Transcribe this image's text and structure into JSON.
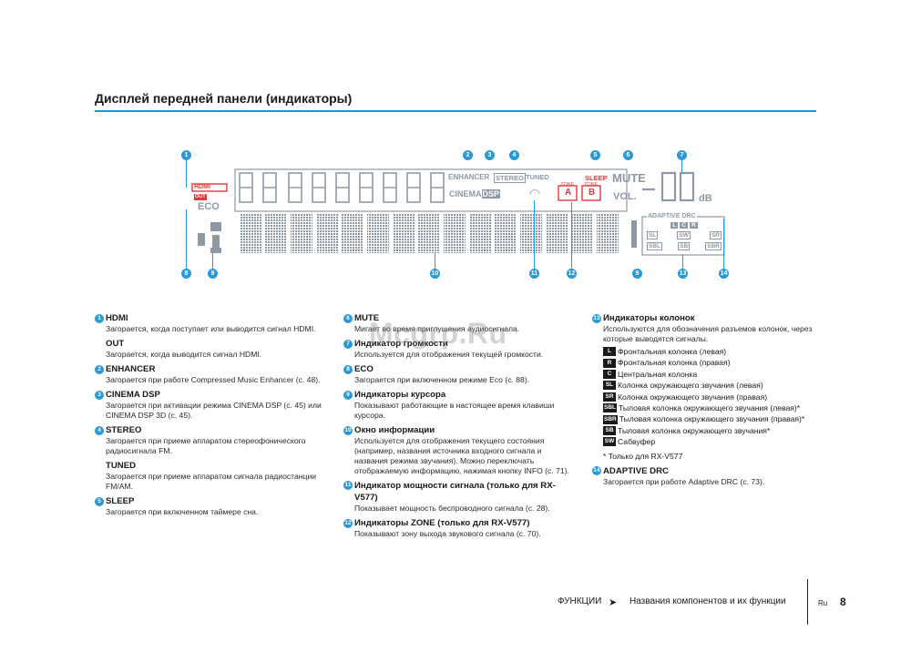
{
  "title": "Дисплей передней панели (индикаторы)",
  "display": {
    "callouts_top": [
      "1",
      "2",
      "3",
      "4",
      "5",
      "6",
      "7"
    ],
    "callouts_bottom": [
      "8",
      "9",
      "10",
      "11",
      "12",
      "9",
      "13",
      "14"
    ],
    "hdmi": "HDMI",
    "out": "OUT",
    "eco": "ECO",
    "enhancer": "ENHANCER",
    "stereo": "STEREO",
    "tuned": "TUNED",
    "sleep": "SLEEP",
    "mute": "MUTE",
    "vol": "VOL.",
    "db": "dB",
    "cinema": "CINEMA",
    "dsp": "DSP",
    "zone_a_top": "ZONE",
    "zone_a": "A",
    "zone_b_top": "ZONE",
    "zone_b": "B",
    "adaptive_drc": "ADAPTIVE DRC",
    "speakers": [
      "L",
      "C",
      "R",
      "SL",
      "SW",
      "SR",
      "SBL",
      "SB",
      "SBR"
    ]
  },
  "col1": {
    "hdmi": {
      "num": "1",
      "title": "HDMI",
      "desc": "Загорается, когда поступает или выводится сигнал HDMI."
    },
    "out": {
      "title": "OUT",
      "desc": "Загорается, когда выводится сигнал HDMI."
    },
    "enhancer": {
      "num": "2",
      "title": "ENHANCER",
      "desc": "Загорается при работе Compressed Music Enhancer (с. 48)."
    },
    "cinema_dsp": {
      "num": "3",
      "title": "CINEMA DSP",
      "desc": "Загорается при активации режима CINEMA DSP (с. 45) или CINEMA DSP 3D (с. 45)."
    },
    "stereo": {
      "num": "4",
      "title": "STEREO",
      "desc": "Загорается при приеме аппаратом стереофонического радиосигнала FM."
    },
    "tuned": {
      "title": "TUNED",
      "desc": "Загорается при приеме аппаратом сигнала радиостанции FM/AM."
    },
    "sleep": {
      "num": "5",
      "title": "SLEEP",
      "desc": "Загорается при включенном таймере сна."
    }
  },
  "col2": {
    "mute": {
      "num": "6",
      "title": "MUTE",
      "desc": "Мигает во время приглушения аудиосигнала."
    },
    "volume": {
      "num": "7",
      "title": "Индикатор громкости",
      "desc": "Используется для отображения текущей громкости."
    },
    "eco": {
      "num": "8",
      "title": "ECO",
      "desc": "Загорается при включенном режиме Eco (с. 88)."
    },
    "cursor": {
      "num": "9",
      "title": "Индикаторы курсора",
      "desc": "Показывают работающие в настоящее время клавиши курсора."
    },
    "info": {
      "num": "10",
      "title": "Окно информации",
      "desc": "Используется для отображения текущего состояния (например, названия источника входного сигнала и названия режима звучания). Можно переключать отображаемую информацию, нажимая кнопку INFO (с. 71)."
    },
    "signal": {
      "num": "11",
      "title": "Индикатор мощности сигнала (только для RX-V577)",
      "desc": "Показывает мощность беспроводного сигнала (с. 28)."
    },
    "zone": {
      "num": "12",
      "title": "Индикаторы ZONE (только для RX-V577)",
      "desc": "Показывают зону выхода звукового сигнала (с. 70)."
    }
  },
  "col3": {
    "speakers": {
      "num": "13",
      "title": "Индикаторы колонок",
      "desc": "Используются для обозначения разъемов колонок, через которые выводятся сигналы.",
      "items": [
        {
          "badge": "L",
          "text": "Фронтальная колонка (левая)"
        },
        {
          "badge": "R",
          "text": "Фронтальная колонка (правая)"
        },
        {
          "badge": "C",
          "text": "Центральная колонка"
        },
        {
          "badge": "SL",
          "text": "Колонка окружающего звучания (левая)"
        },
        {
          "badge": "SR",
          "text": "Колонка окружающего звучания (правая)"
        },
        {
          "badge": "SBL",
          "text": "Тыловая колонка окружающего звучания (левая)*"
        },
        {
          "badge": "SBR",
          "text": "Тыловая колонка окружающего звучания (правая)*"
        },
        {
          "badge": "SB",
          "text": "Тыловая колонка окружающего звучания*"
        },
        {
          "badge": "SW",
          "text": "Сабвуфер"
        }
      ],
      "footnote": "* Только для RX-V577"
    },
    "adaptive": {
      "num": "14",
      "title": "ADAPTIVE DRC",
      "desc": "Загорается при работе Adaptive DRC (с. 73)."
    }
  },
  "watermark": "Mcgrp.Ru",
  "footer": {
    "crumb1": "ФУНКЦИИ",
    "arrow": "➤",
    "crumb2": "Названия компонентов и их функции",
    "lang": "Ru",
    "page": "8"
  },
  "colors": {
    "accent": "#2a9ad6",
    "indicator_red": "#e03a3a",
    "lcd": "#9aa3ad"
  }
}
